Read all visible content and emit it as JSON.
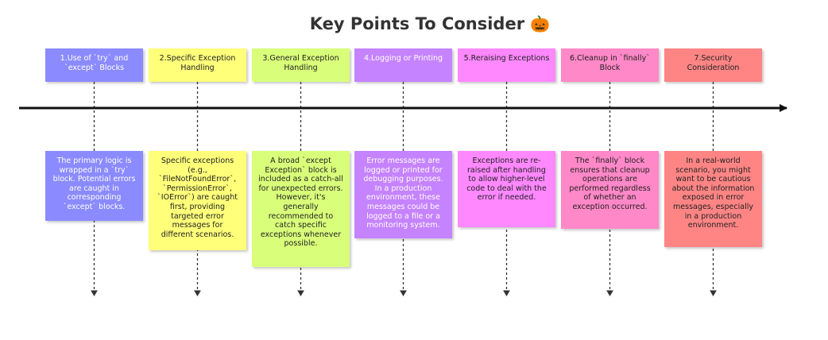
{
  "title": "Key Points To Consider",
  "title_emoji": "🎃",
  "colors": {
    "arrow": "#111111",
    "dashed_line": "#333333"
  },
  "sections": [
    {
      "heading": "1.Use of `try` and `except` Blocks",
      "body": "The primary logic is wrapped in a `try` block. Potential errors are caught in corresponding `except` blocks.",
      "head_color": "#8b8bff",
      "body_color": "#8b8bff",
      "text_color": "#ffffff"
    },
    {
      "heading": "2.Specific Exception Handling",
      "body": "Specific exceptions (e.g., `FileNotFoundError`, `PermissionError`, `IOError`) are caught first, providing targeted error messages for different scenarios.",
      "head_color": "#ffff7a",
      "body_color": "#ffff7a",
      "text_color": "#222222"
    },
    {
      "heading": "3.General Exception Handling",
      "body": "A broad `except Exception` block is included as a catch-all for unexpected errors. However, it's generally recommended to catch specific exceptions whenever possible.",
      "head_color": "#d9ff7a",
      "body_color": "#d9ff7a",
      "text_color": "#222222"
    },
    {
      "heading": "4.Logging or Printing",
      "body": "Error messages are logged or printed for debugging purposes. In a production environment, these messages could be logged to a file or a monitoring system.",
      "head_color": "#c583ff",
      "body_color": "#c583ff",
      "text_color": "#ffffff"
    },
    {
      "heading": "5.Reraising Exceptions",
      "body": "Exceptions are re-raised after handling to allow higher-level code to deal with the error if needed.",
      "head_color": "#ff88ff",
      "body_color": "#ff88ff",
      "text_color": "#222222"
    },
    {
      "heading": "6.Cleanup in `finally` Block",
      "body": "The `finally` block ensures that cleanup operations are performed regardless of whether an exception occurred.",
      "head_color": "#ff88c8",
      "body_color": "#ff88c8",
      "text_color": "#222222"
    },
    {
      "heading": "7.Security Consideration",
      "body": "In a real-world scenario, you might want to be cautious about the information exposed in error messages, especially in a production environment.",
      "head_color": "#ff8585",
      "body_color": "#ff8585",
      "text_color": "#222222"
    }
  ]
}
